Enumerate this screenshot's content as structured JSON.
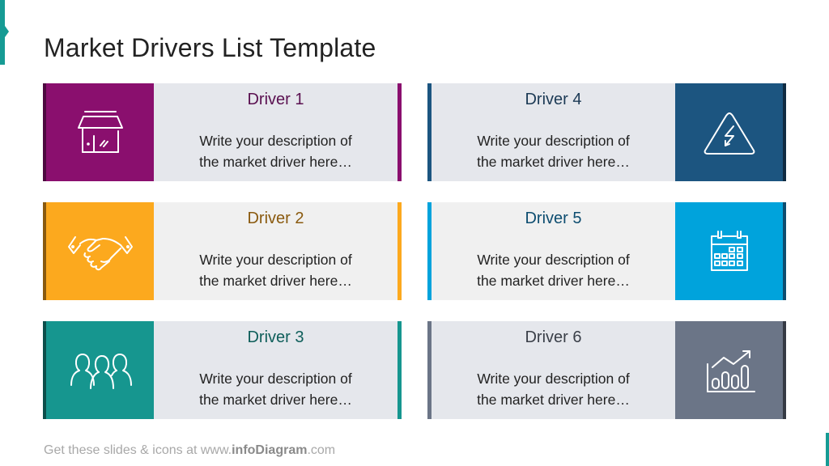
{
  "title": "Market Drivers List Template",
  "footer": {
    "prefix": "Get these slides & icons at www.",
    "brand": "infoDiagram",
    "suffix": ".com"
  },
  "colors": {
    "accent": "#169b94",
    "driver1": "#8a0f6e",
    "driver2": "#fca91e",
    "driver3": "#16968f",
    "driver4": "#1c5580",
    "driver5": "#00a3dc",
    "driver6": "#6b7587"
  },
  "drivers": [
    {
      "title": "Driver 1",
      "line1": "Write your description of",
      "line2": "the market driver here…",
      "icon": "store-icon"
    },
    {
      "title": "Driver 2",
      "line1": "Write your description of",
      "line2": "the market driver here…",
      "icon": "handshake-icon"
    },
    {
      "title": "Driver 3",
      "line1": "Write your description of",
      "line2": "the market driver here…",
      "icon": "people-group-icon"
    },
    {
      "title": "Driver 4",
      "line1": "Write your description of",
      "line2": "the market driver here…",
      "icon": "high-voltage-warning-icon"
    },
    {
      "title": "Driver 5",
      "line1": "Write your description of",
      "line2": "the market driver here…",
      "icon": "calendar-icon"
    },
    {
      "title": "Driver 6",
      "line1": "Write your description of",
      "line2": "the market driver here…",
      "icon": "growth-chart-icon"
    }
  ]
}
